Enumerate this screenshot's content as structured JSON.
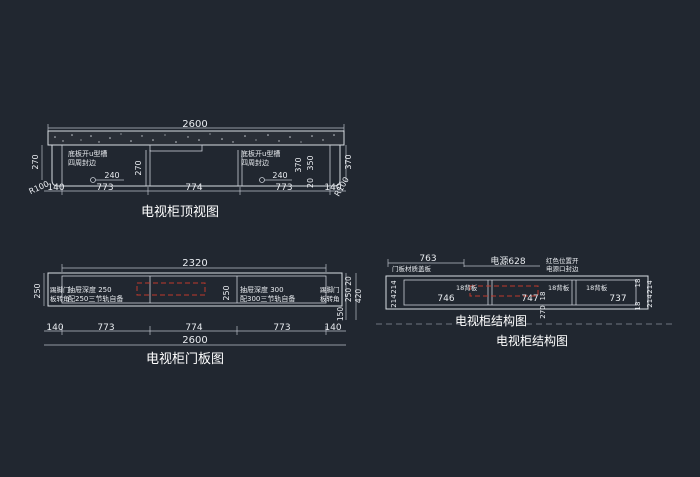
{
  "top_view": {
    "title": "电视柜顶视图",
    "width_total": "2600",
    "depth_left": "270",
    "radius_label": "R100",
    "left_note_line1": "底板开u型槽",
    "left_note_line2": "四周封边",
    "right_note_line1": "底板开u型槽",
    "right_note_line2": "四周封边",
    "slot_left": "240",
    "slot_right": "240",
    "inner_depth_mid": "270",
    "inner_depth_right_a": "370",
    "inner_depth_right_b": "350",
    "outer_depth_right": "370",
    "offset_20": "20",
    "seg_left_end": "140",
    "seg_1": "773",
    "seg_2": "774",
    "seg_3": "773",
    "seg_right_end": "140",
    "radius_right_label": "R100"
  },
  "door_view": {
    "title": "电视柜门板图",
    "inner_width": "2320",
    "height_left": "250",
    "left_panel_line1": "踢脚门",
    "left_panel_line2": "板转角",
    "mid_note_line1": "抽屉深度 250",
    "mid_note_line2": "配250三节轨自备",
    "center_height": "250",
    "right_note_line1": "抽屉深度 300",
    "right_note_line2": "配300三节轨自备",
    "right_panel_line1": "踢脚门",
    "right_panel_line2": "板转角",
    "right_dim_20": "20",
    "right_dim_250": "250",
    "right_dim_150": "150",
    "right_dim_420": "420",
    "seg_left_end": "140",
    "seg_1": "773",
    "seg_2": "774",
    "seg_3": "773",
    "seg_right_end": "140",
    "width_total": "2600"
  },
  "structure_view": {
    "title": "电视柜结构图",
    "title_repeat": "电视柜结构图",
    "top_dim": "763",
    "power_label": "电源628",
    "note_red_line1": "红色位置开",
    "note_red_line2": "电源口封边",
    "door_note": "门板材质盖板",
    "left_214_a": "214",
    "left_214_b": "214",
    "back_left": "18背板",
    "back_right": "18背板",
    "bottom_746": "746",
    "bottom_747": "747",
    "bottom_737": "737",
    "mid_18": "18",
    "mid_270": "270",
    "right_18_a": "18",
    "right_18_b": "18",
    "right_214_a": "214",
    "right_214_b": "214"
  }
}
